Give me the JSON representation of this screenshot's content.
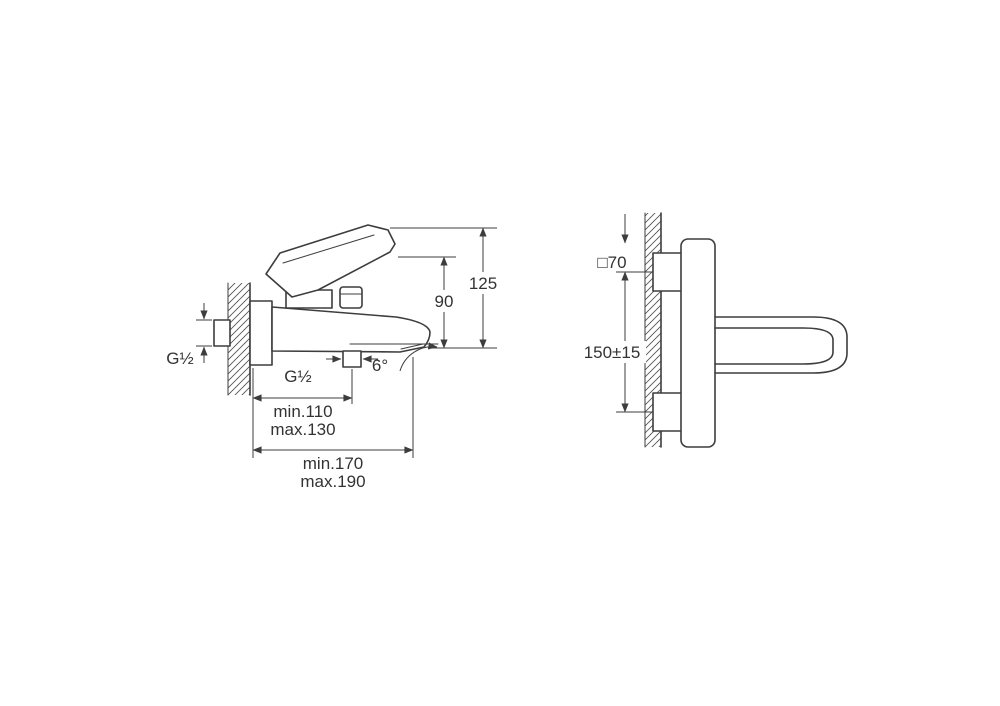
{
  "drawing": {
    "type": "technical-installation-drawing",
    "subject": "wall-mounted bath mixer tap, side view and front view with dimensions",
    "line_color": "#3d3d3d",
    "background": "#ffffff",
    "side_view": {
      "height_overall": "125",
      "height_to_outlet": "90",
      "inlet_thread": "G½",
      "shower_outlet_thread": "G½",
      "spout_angle": "6°",
      "outlet_depth_min": "min.110",
      "outlet_depth_max": "max.130",
      "spout_reach_min": "min.170",
      "spout_reach_max": "max.190"
    },
    "front_view": {
      "escutcheon_size": "□70",
      "connection_spacing": "150±15"
    }
  }
}
